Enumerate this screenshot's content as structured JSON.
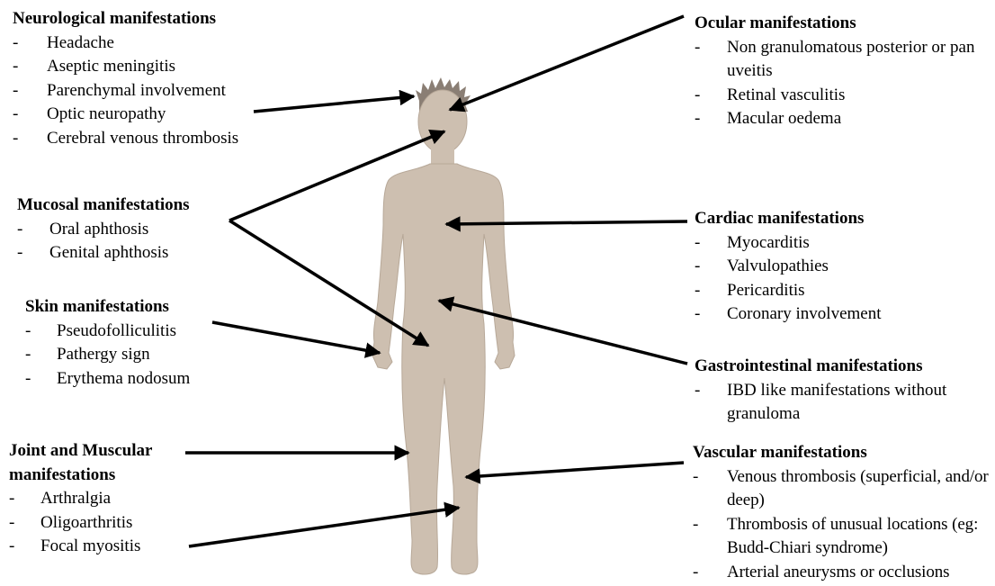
{
  "groups": {
    "neurological": {
      "title": "Neurological manifestations",
      "items": [
        "Headache",
        "Aseptic meningitis",
        "Parenchymal involvement",
        "Optic neuropathy",
        "Cerebral venous thrombosis"
      ]
    },
    "mucosal": {
      "title": "Mucosal manifestations",
      "items": [
        "Oral aphthosis",
        "Genital aphthosis"
      ]
    },
    "skin": {
      "title": "Skin manifestations",
      "items": [
        "Pseudofolliculitis",
        "Pathergy sign",
        "Erythema nodosum"
      ]
    },
    "joint": {
      "title": "Joint and Muscular manifestations",
      "items": [
        "Arthralgia",
        "Oligoarthritis",
        "Focal myositis"
      ]
    },
    "ocular": {
      "title": "Ocular manifestations",
      "items": [
        "Non granulomatous posterior or pan uveitis",
        "Retinal vasculitis",
        "Macular oedema"
      ]
    },
    "cardiac": {
      "title": "Cardiac manifestations",
      "items": [
        "Myocarditis",
        "Valvulopathies",
        "Pericarditis",
        "Coronary involvement"
      ]
    },
    "gastrointestinal": {
      "title": "Gastrointestinal manifestations",
      "items": [
        "IBD like manifestations without granuloma"
      ]
    },
    "vascular": {
      "title": "Vascular manifestations",
      "items": [
        "Venous thrombosis (superficial, and/or deep)",
        "Thrombosis of unusual locations (eg: Budd-Chiari syndrome)",
        "Arterial aneurysms or occlusions"
      ]
    }
  },
  "dash_marker": "-",
  "colors": {
    "body_fill": "#cdbfb0",
    "body_stroke": "#b7a898",
    "arrow": "#000000"
  }
}
